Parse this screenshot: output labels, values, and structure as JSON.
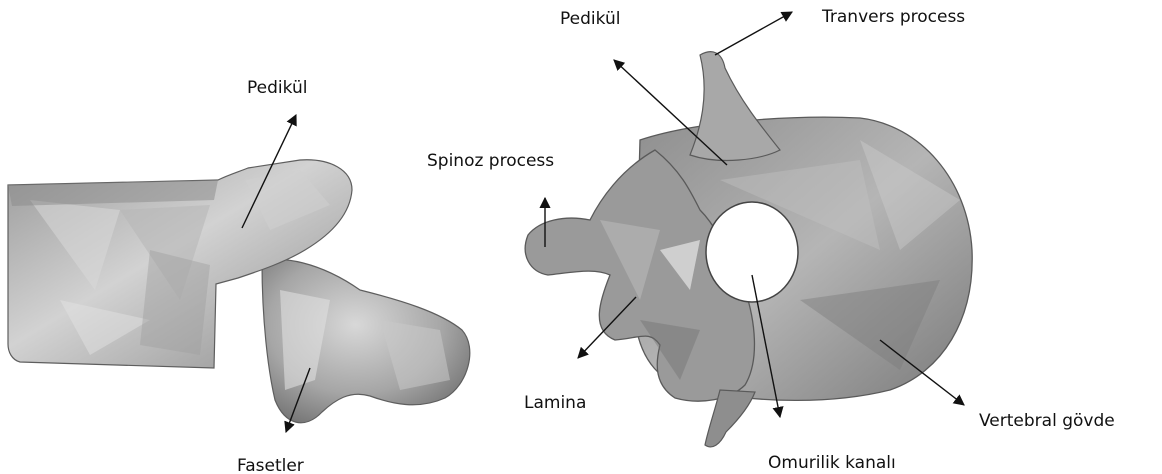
{
  "diagram": {
    "labels": {
      "lateral_pedicle": "Pedikül",
      "facets": "Fasetler",
      "top_pedicle": "Pedikül",
      "transverse_process": "Tranvers process",
      "spinous_process": "Spinoz process",
      "lamina": "Lamina",
      "spinal_canal": "Omurilik kanalı",
      "vertebral_body": "Vertebral gövde"
    },
    "colors": {
      "bone_light": "#c9c9c9",
      "bone_mid": "#a3a3a3",
      "bone_dark": "#6e6e6e",
      "arrow": "#111111",
      "text": "#111111",
      "background": "#ffffff"
    }
  }
}
